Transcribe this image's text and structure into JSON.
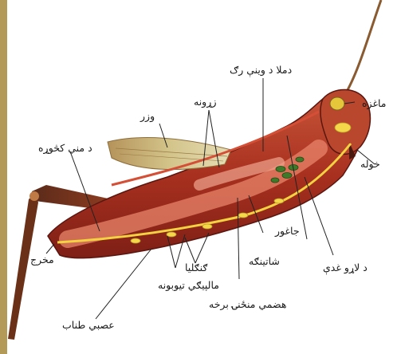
{
  "labels": {
    "heart": "دملا د وينې رګ",
    "brain": "ماغزه",
    "mouth": "خوله",
    "muscles": "زړونه",
    "wing": "وزر",
    "intestine": "د مني کڅوړه",
    "anus": "مخرج",
    "crop": "جاغور",
    "salivary": "د لاړو غدې",
    "gastric": "شاتينګه",
    "ganglia": "ګنګليا",
    "malpighian": "مالپيګي تيوبونه",
    "digestive": "هضمي منځنۍ برخه",
    "nerve_cord": "عصبي طناب"
  },
  "colors": {
    "body": "#b23a24",
    "organs": "#e0785e",
    "nerve": "#f2d240",
    "wing": "#c4ad63",
    "background_strip": "#b39a58"
  }
}
